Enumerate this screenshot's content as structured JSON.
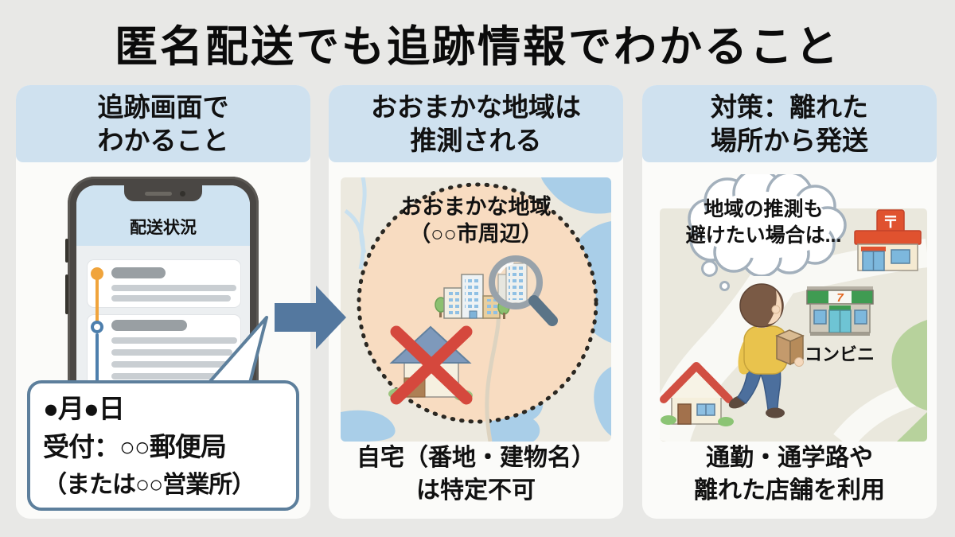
{
  "title": "匿名配送でも追跡情報でわかること",
  "panel_tracking": {
    "header_line1": "追跡画面で",
    "header_line2": "わかること",
    "phone_app_title": "配送状況",
    "bubble_line1": "●月●日",
    "bubble_line2": "受付：○○郵便局",
    "bubble_line3": "（または○○営業所）"
  },
  "panel_area": {
    "header_line1": "おおまかな地域は",
    "header_line2": "推測される",
    "circle_label_line1": "おおまかな地域",
    "circle_label_line2": "（○○市周辺）",
    "caption_line1": "自宅（番地・建物名）",
    "caption_line2": "は特定不可"
  },
  "panel_countermeasure": {
    "header_line1": "対策：離れた",
    "header_line2": "場所から発送",
    "thought_line1": "地域の推測も",
    "thought_line2": "避けたい場合は...",
    "post_office_sign": "〒",
    "store_logo": "7",
    "store_label": "コンビニ",
    "caption_line1": "通勤・通学路や",
    "caption_line2": "離れた店舗を利用"
  },
  "colors": {
    "page_bg": "#e8e8e6",
    "panel_bg": "#fbfbf9",
    "header_band": "#cfe1ef",
    "timeline_orange": "#f0a43c",
    "timeline_blue": "#4d7fad",
    "arrow_blue": "#54789f",
    "area_circle_fill": "#f8dcc1",
    "water_blue": "#a9cee8",
    "cross_red": "#d5483d",
    "map_green": "#b7d29c"
  }
}
